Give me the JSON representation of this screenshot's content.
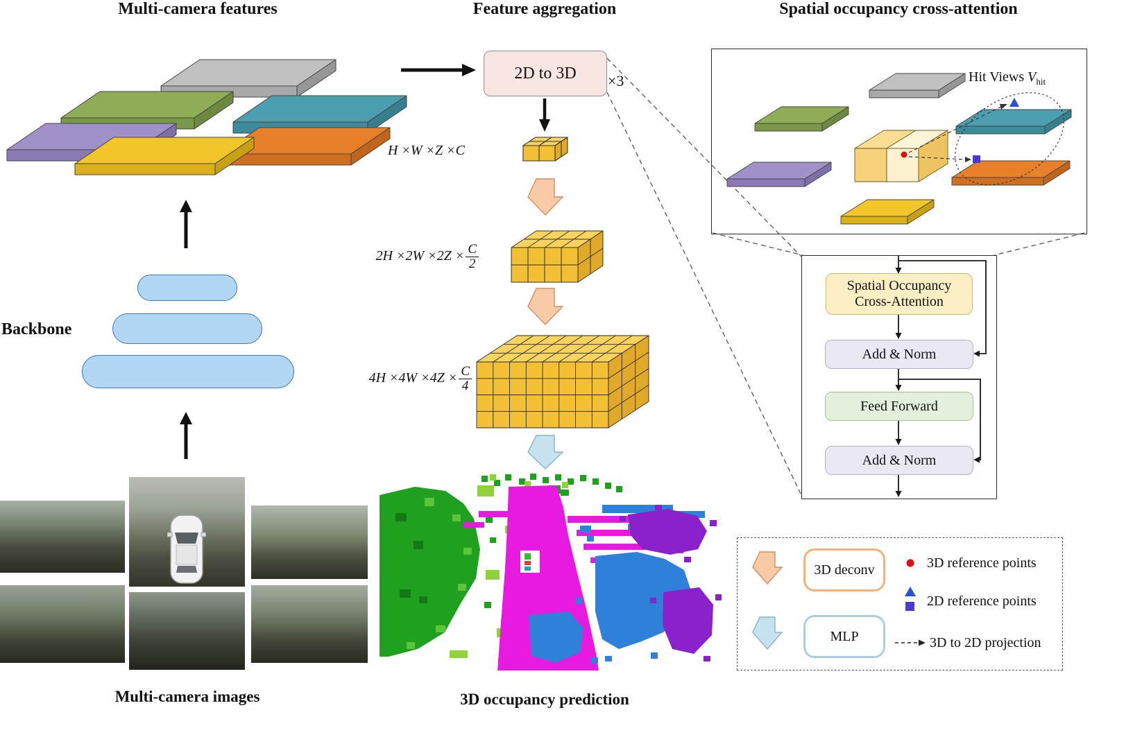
{
  "titles": {
    "left": "Multi-camera features",
    "middle": "Feature aggregation",
    "right": "Spatial occupancy cross-attention"
  },
  "left": {
    "backbone_label": "Backbone",
    "images_label": "Multi-camera images"
  },
  "middle": {
    "box_2d3d": "2D to 3D",
    "multiplier": "×3",
    "dims": {
      "d1": "H ×W ×Z ×C",
      "d2_pre": "2H ×2W ×2Z ×",
      "d2_num": "C",
      "d2_den": "2",
      "d3_pre": "4H ×4W ×4Z ×",
      "d3_num": "C",
      "d3_den": "4"
    },
    "occupancy_label": "3D occupancy prediction"
  },
  "right": {
    "hit_views": {
      "label": "Hit Views ",
      "symbol": "V",
      "sub": "hit"
    },
    "flow": {
      "soca_line1": "Spatial Occupancy",
      "soca_line2": "Cross-Attention",
      "add_norm1": "Add & Norm",
      "feed_forward": "Feed Forward",
      "add_norm2": "Add & Norm"
    },
    "legend": {
      "deconv": "3D deconv",
      "mlp": "MLP",
      "ref_3d": "3D reference points",
      "ref_2d": "2D reference points",
      "projection": "3D to 2D projection"
    }
  },
  "palette": {
    "plane_green": "#8fad57",
    "plane_gray": "#c0c0c0",
    "plane_teal": "#4b9fb0",
    "plane_purple": "#a091c8",
    "plane_orange": "#e8802a",
    "plane_yellow": "#f2c52b",
    "backbone_blue": "#b3d6f2",
    "box_2d3d_bg": "#f8e6e3",
    "cube_yellow": "#f6c94d",
    "deconv_arrow": "#f8cba6",
    "mlp_arrow": "#c5e2ee",
    "soca_bg": "#fcefc3",
    "addnorm_bg": "#e9e8f3",
    "feedforward_bg": "#e5f0dc",
    "ref3d_red": "#e01010",
    "ref2d_blue": "#2b4fd8",
    "ref2d_indigo": "#4a3ad0",
    "occ_vegetation_green": "#1fa01f",
    "occ_drivable_magenta": "#e81ae0",
    "occ_blue": "#2f80d8",
    "occ_purple": "#8a22cc"
  }
}
